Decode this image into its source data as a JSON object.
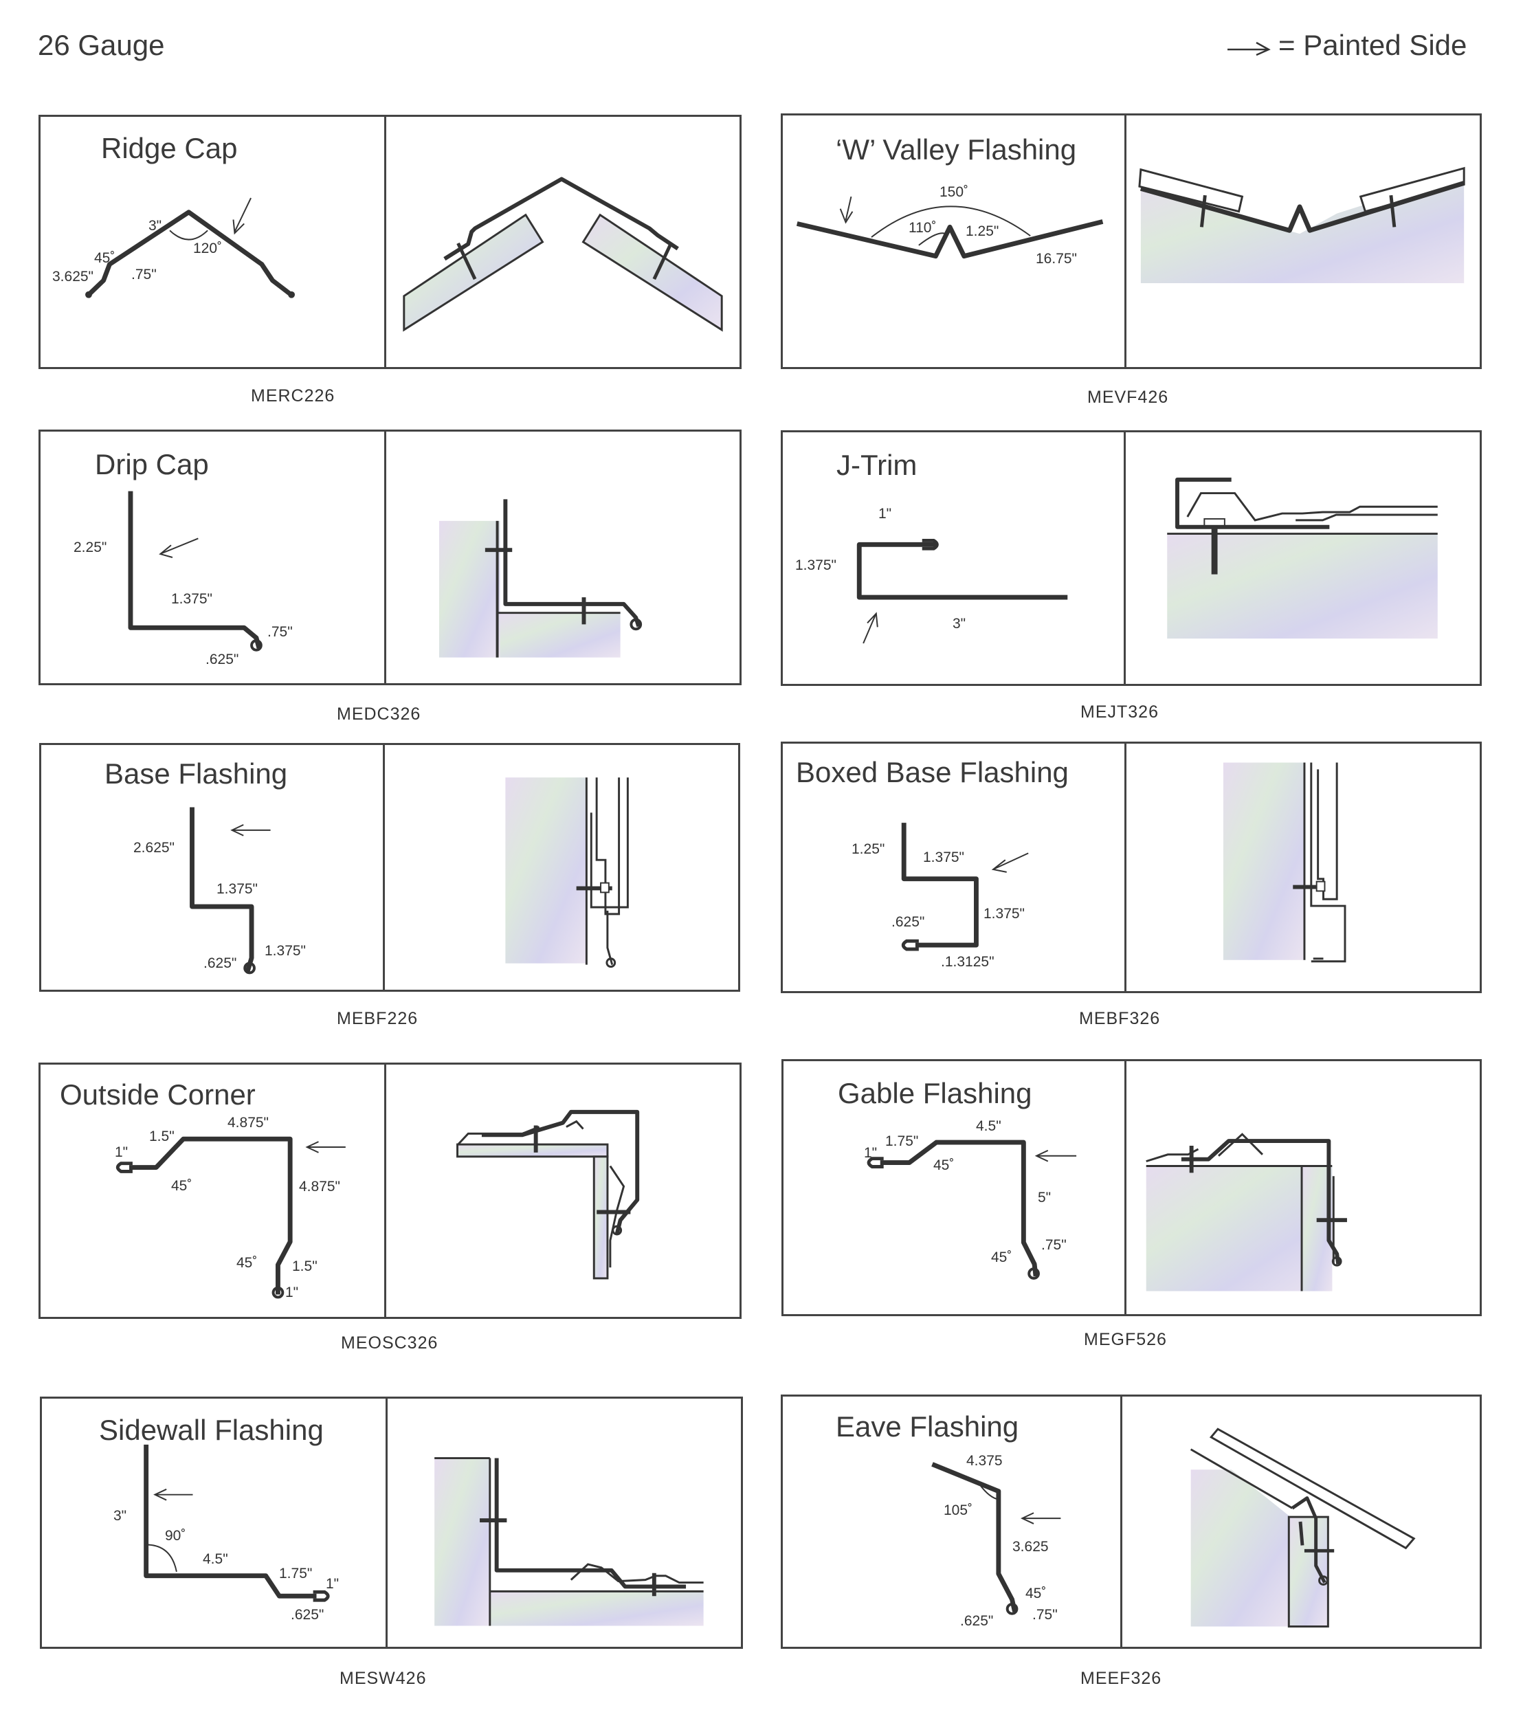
{
  "header": {
    "gauge": "26 Gauge",
    "legend_text": "= Painted Side"
  },
  "items": [
    {
      "title": "Ridge Cap",
      "code": "MERC226",
      "labels": [
        "3\"",
        "45˚",
        "3.625\"",
        ".75\"",
        "120˚"
      ]
    },
    {
      "title": "‘W’ Valley Flashing",
      "code": "MEVF426",
      "labels": [
        "150˚",
        "110˚",
        "1.25\"",
        "16.75\""
      ]
    },
    {
      "title": "Drip Cap",
      "code": "MEDC326",
      "labels": [
        "2.25\"",
        "1.375\"",
        ".75\"",
        ".625\""
      ]
    },
    {
      "title": "J-Trim",
      "code": "MEJT326",
      "labels": [
        "1\"",
        "1.375\"",
        "3\""
      ]
    },
    {
      "title": "Base Flashing",
      "code": "MEBF226",
      "labels": [
        "2.625\"",
        "1.375\"",
        "1.375\"",
        ".625\""
      ]
    },
    {
      "title": "Boxed Base Flashing",
      "code": "MEBF326",
      "labels": [
        "1.25\"",
        "1.375\"",
        "1.375\"",
        ".625\"",
        ".1.3125\""
      ]
    },
    {
      "title": "Outside Corner",
      "code": "MEOSC326",
      "labels": [
        "1.5\"",
        "4.875\"",
        "1\"",
        "45˚",
        "4.875\"",
        "45˚",
        "1.5\"",
        "1\""
      ]
    },
    {
      "title": "Gable Flashing",
      "code": "MEGF526",
      "labels": [
        "4.5\"",
        "1.75\"",
        "1\"",
        "45˚",
        "5\"",
        "45˚",
        ".75\""
      ]
    },
    {
      "title": "Sidewall Flashing",
      "code": "MESW426",
      "labels": [
        "3\"",
        "90˚",
        "4.5\"",
        "1.75\"",
        "1\"",
        ".625\""
      ]
    },
    {
      "title": "Eave Flashing",
      "code": "MEEF326",
      "labels": [
        "4.375",
        "105˚",
        "3.625",
        "45˚",
        ".75\"",
        ".625\""
      ]
    }
  ]
}
